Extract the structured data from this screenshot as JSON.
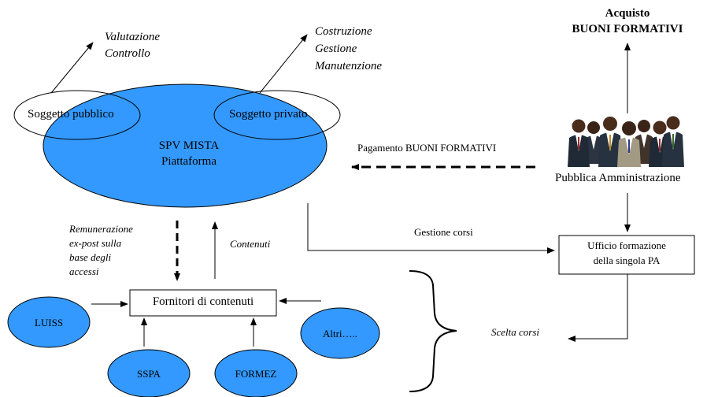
{
  "colors": {
    "blue_fill": "#3399ff",
    "stroke": "#000000",
    "background": "#ffffff"
  },
  "top_left": {
    "line1": "Valutazione",
    "line2": "Controllo"
  },
  "top_middle": {
    "line1": "Costruzione",
    "line2": "Gestione",
    "line3": "Manutenzione"
  },
  "top_right": {
    "line1": "Acquisto",
    "line2": "BUONI FORMATIVI"
  },
  "main": {
    "public_subject": "Soggetto pubblico",
    "private_subject": "Soggetto privato",
    "title": "SPV MISTA",
    "subtitle": "Piattaforma"
  },
  "payment_label": "Pagamento BUONI FORMATIVI",
  "pa_label": "Pubblica Amministrazione",
  "pa_icon": "business-people-group-icon",
  "course_management_label": "Gestione corsi",
  "office": {
    "line1": "Ufficio formazione",
    "line2": "della singola PA"
  },
  "remuneration": {
    "line1": "Remunerazione",
    "line2": "ex-post sulla",
    "line3": "base degli",
    "line4": "accessi"
  },
  "contents_label": "Contenuti",
  "providers_label": "Fornitori di contenuti",
  "providers": {
    "luiss": "LUISS",
    "sspa": "SSPA",
    "formez": "FORMEZ",
    "others": "Altri….."
  },
  "course_choice_label": "Scelta corsi"
}
